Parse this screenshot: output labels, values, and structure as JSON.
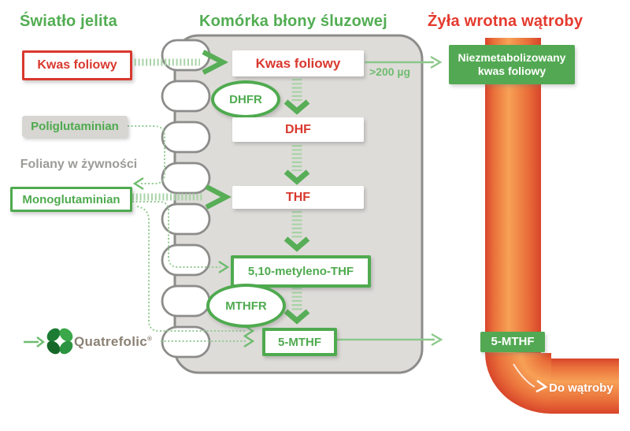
{
  "headers": {
    "lumen": "Światło jelita",
    "cell": "Komórka błony śluzowej",
    "vein": "Żyła wrotna wątroby"
  },
  "lumen": {
    "folic_acid": "Kwas foliowy",
    "polyglutamate": "Poliglutaminian",
    "food_folates": "Foliany w żywności",
    "monoglutamate": "Monoglutaminian",
    "brand": "Quatrefolic",
    "brand_mark": "®"
  },
  "cell": {
    "folic_acid": "Kwas foliowy",
    "dhfr": "DHFR",
    "dhf": "DHF",
    "thf": "THF",
    "methylene_thf": "5,10-metyleno-THF",
    "mthfr": "MTHFR",
    "five_mthf": "5-MTHF",
    "threshold": ">200 µg"
  },
  "vein": {
    "unmetabolized_line1": "Niezmetabolizowany",
    "unmetabolized_line2": "kwas foliowy",
    "five_mthf": "5-MTHF",
    "to_liver": "Do wątroby"
  },
  "colors": {
    "green_accent": "#4faa4f",
    "green_heading": "#52ad52",
    "red_accent": "#d9382e",
    "red_heading": "#e53a2e",
    "cell_fill": "#dedcd9",
    "vessel_light": "#f7a156",
    "vessel_dark": "#d8452a",
    "vein_box_green": "#53a953",
    "gray_text": "#9b9b98",
    "brand_text": "#8b8174"
  }
}
